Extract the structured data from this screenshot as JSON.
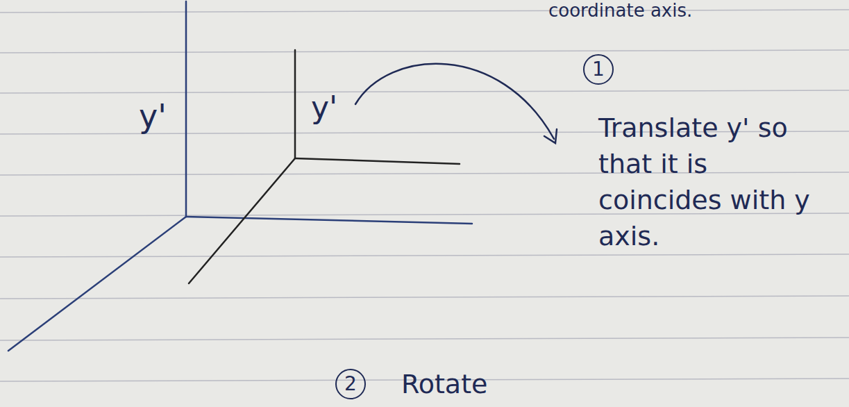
{
  "diagram": {
    "nodes": [
      {
        "text": [
          "1"
        ]
      },
      {
        "text": [
          "2"
        ]
      }
    ],
    "labels": [
      "coordinate axis.",
      "y'",
      "y'",
      "Translate y' so that it is coincides with y axis.",
      "Rotate"
    ]
  }
}
